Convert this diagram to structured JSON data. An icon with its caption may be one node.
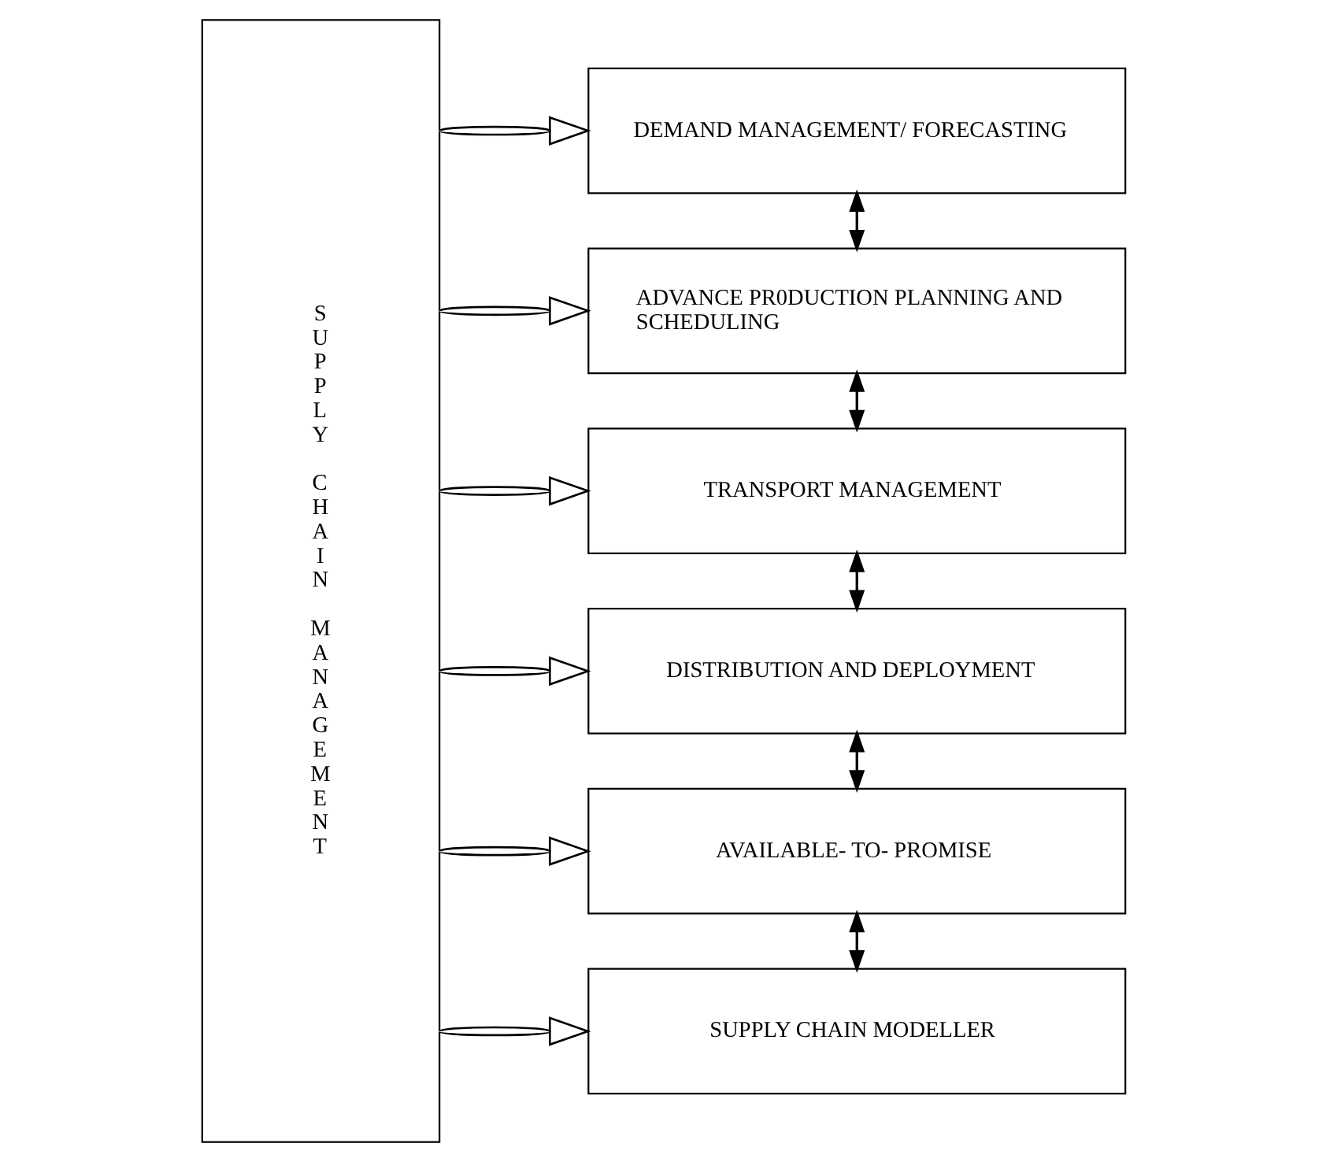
{
  "diagram": {
    "nodes": [
      {
        "text": [
          "SUPPLY CHAIN MANAGEMENT"
        ]
      },
      {
        "text": [
          "DEMAND MANAGEMENT/ FORECASTING"
        ]
      },
      {
        "text": [
          "ADVANCE PR0DUCTION PLANNING AND SCHEDULING"
        ]
      },
      {
        "text": [
          "TRANSPORT MANAGEMENT"
        ]
      },
      {
        "text": [
          "DISTRIBUTION AND DEPLOYMENT"
        ]
      },
      {
        "text": [
          "AVAILABLE- TO- PROMISE"
        ]
      },
      {
        "text": [
          "SUPPLY CHAIN MODELLER"
        ]
      }
    ],
    "edges": [
      {
        "from": 0,
        "to": 1,
        "arrow": "to"
      },
      {
        "from": 0,
        "to": 2,
        "arrow": "to"
      },
      {
        "from": 0,
        "to": 3,
        "arrow": "to"
      },
      {
        "from": 0,
        "to": 4,
        "arrow": "to"
      },
      {
        "from": 0,
        "to": 5,
        "arrow": "to"
      },
      {
        "from": 0,
        "to": 6,
        "arrow": "to"
      },
      {
        "from": 1,
        "to": 2,
        "arrow": "both"
      },
      {
        "from": 2,
        "to": 3,
        "arrow": "both"
      },
      {
        "from": 3,
        "to": 4,
        "arrow": "both"
      },
      {
        "from": 4,
        "to": 5,
        "arrow": "both"
      },
      {
        "from": 5,
        "to": 6,
        "arrow": "both"
      }
    ]
  }
}
